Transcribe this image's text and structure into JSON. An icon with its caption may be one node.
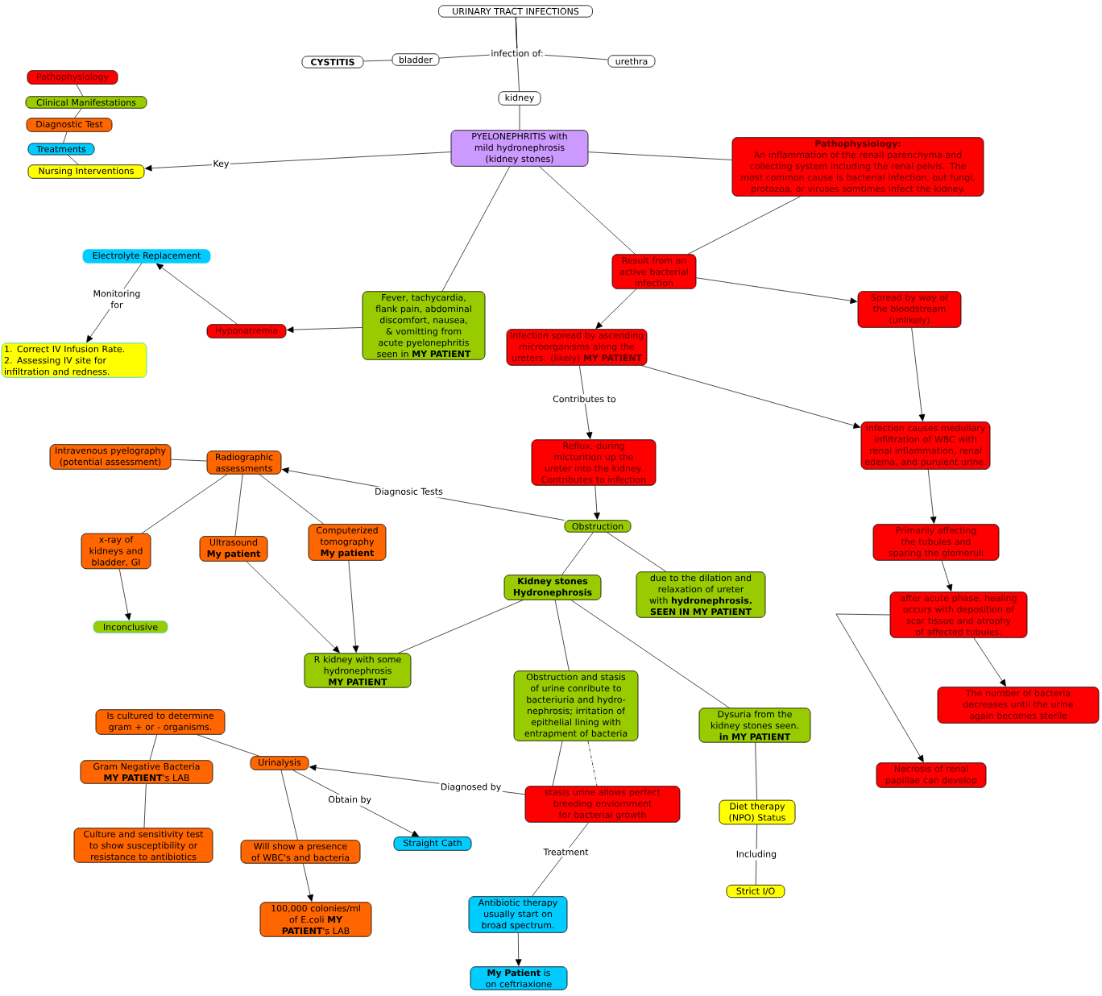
{
  "diagram": {
    "nodes": [
      {
        "text": [
          "URINARY TRACT INFECTIONS"
        ]
      },
      {
        "text": [
          "CYSTITIS"
        ]
      },
      {
        "text": [
          "bladder"
        ]
      },
      {
        "text": [
          "urethra"
        ]
      },
      {
        "text": [
          "kidney"
        ]
      },
      {
        "text": [
          "PYELONEPHRITIS with mild hydronephrosis (kidney stones)"
        ]
      },
      {
        "text": [
          "Pathophysiology"
        ]
      },
      {
        "text": [
          "Clinical Manifestations"
        ]
      },
      {
        "text": [
          "Diagnostic Test"
        ]
      },
      {
        "text": [
          "Treatments"
        ]
      },
      {
        "text": [
          "Nursing Interventions"
        ]
      },
      {
        "text": [
          "Pathophysiology:",
          "An inflammation of the renall parenchyma and collecting system including the renal pelvis. The most common cause is bacterial infection, but fungi, protozoa, or viruses somtimes infect the kidney."
        ]
      },
      {
        "text": [
          "Electrolyte Replacement"
        ]
      },
      {
        "text": [
          "1. Correct IV Infusion Rate.",
          "2. Assessing IV site for infiltration and redness."
        ]
      },
      {
        "text": [
          "Hyponatremia"
        ]
      },
      {
        "text": [
          "Fever, tachycardia, flank pain, abdominal discomfort, nausea, & vomitting from acute pyelonephritis seen in **MY PATIENT**"
        ]
      },
      {
        "text": [
          "Result from an active bacterial infection"
        ]
      },
      {
        "text": [
          "Spread by way of the bloodstream (unlikely)"
        ]
      },
      {
        "text": [
          "Infection spread by ascending microorganisms along the ureters. (likely) **MY PATIENT**"
        ]
      },
      {
        "text": [
          "Reflux, during micturition up the ureter into the kidney. Contributes to infection"
        ]
      },
      {
        "text": [
          "Infection causes medullary infiltration of WBC with renal inflammation, renal edema, and purulent urine."
        ]
      },
      {
        "text": [
          "Intravenous pyelography (potential assessment)"
        ]
      },
      {
        "text": [
          "Radiographic assessments"
        ]
      },
      {
        "text": [
          "x-ray of kidneys and bladder, GI"
        ]
      },
      {
        "text": [
          "Ultrasound **My patient**"
        ]
      },
      {
        "text": [
          "Computerized tomography **My patient**"
        ]
      },
      {
        "text": [
          "Obstruction"
        ]
      },
      {
        "text": [
          "Kidney stones Hydronephrosis"
        ]
      },
      {
        "text": [
          "due to the dilation and relaxation of ureter with **hydronephrosis. SEEN IN MY PATIENT**"
        ]
      },
      {
        "text": [
          "Primarily affecting the tubules and sparing the glomeruli"
        ]
      },
      {
        "text": [
          "after acute phase, healing occurs with deposition of scar tissue and atrophy of affected tubules."
        ]
      },
      {
        "text": [
          "Inconclusive"
        ]
      },
      {
        "text": [
          "R kidney with some hydronephrosis **MY PATIENT**"
        ]
      },
      {
        "text": [
          "The number of bacteria decreases until the urine again becomes sterile"
        ]
      },
      {
        "text": [
          "Obstruction and stasis of urine conribute to bacteriuria and hydro-nephrosis; irritation of epithelial lining with entrapment of bacteria"
        ]
      },
      {
        "text": [
          "Dysuria from the kidney stones seen. **in MY PATIENT**"
        ]
      },
      {
        "text": [
          "Is cultured to determine gram + or - organisms."
        ]
      },
      {
        "text": [
          "Gram Negative Bacteria **MY PATIENT**'s LAB"
        ]
      },
      {
        "text": [
          "Urinalysis"
        ]
      },
      {
        "text": [
          "stasis urine allows perfect breeding enviornment for bacterial growth"
        ]
      },
      {
        "text": [
          "Necrosis of renal papillae can develop"
        ]
      },
      {
        "text": [
          "Culture and sensitivity test to show susceptibility or resistance to antibiotics"
        ]
      },
      {
        "text": [
          "Will show a presence of WBC's and bacteria"
        ]
      },
      {
        "text": [
          "Straight Cath"
        ]
      },
      {
        "text": [
          "Diet therapy (NPO) Status"
        ]
      },
      {
        "text": [
          "100,000 colonies/ml of E.coli **MY PATIENT**'s LAB"
        ]
      },
      {
        "text": [
          "Antibiotic therapy usually start on broad spectrum."
        ]
      },
      {
        "text": [
          "Strict I/O"
        ]
      },
      {
        "text": [
          "**My Patient** is on ceftriaxione"
        ]
      }
    ],
    "edges": [
      {
        "from": 0,
        "to": 2,
        "arrow": "none"
      },
      {
        "from": 0,
        "to": 3,
        "arrow": "none"
      },
      {
        "from": 0,
        "to": 4,
        "arrow": "none",
        "label": "infection of:"
      },
      {
        "from": 2,
        "to": 1,
        "arrow": "none"
      },
      {
        "from": 4,
        "to": 5,
        "arrow": "none"
      },
      {
        "from": 5,
        "to": 10,
        "arrow": "to",
        "label": "Key"
      },
      {
        "from": 5,
        "to": 11,
        "arrow": "none"
      },
      {
        "from": 5,
        "to": 15,
        "arrow": "none"
      },
      {
        "from": 5,
        "to": 16,
        "arrow": "none"
      },
      {
        "from": 11,
        "to": 16,
        "arrow": "none"
      },
      {
        "from": 16,
        "to": 18,
        "arrow": "to"
      },
      {
        "from": 16,
        "to": 17,
        "arrow": "to"
      },
      {
        "from": 18,
        "to": 20,
        "arrow": "to"
      },
      {
        "from": 17,
        "to": 20,
        "arrow": "to"
      },
      {
        "from": 18,
        "to": 19,
        "arrow": "to",
        "label": "Contributes to"
      },
      {
        "from": 15,
        "to": 14,
        "arrow": "to"
      },
      {
        "from": 14,
        "to": 12,
        "arrow": "to"
      },
      {
        "from": 12,
        "to": 13,
        "arrow": "to",
        "label": "Monitoring for"
      },
      {
        "from": 26,
        "to": 22,
        "arrow": "to",
        "label": "Diagnosic Tests"
      },
      {
        "from": 19,
        "to": 26,
        "arrow": "to"
      },
      {
        "from": 26,
        "to": 27,
        "arrow": "none"
      },
      {
        "from": 26,
        "to": 28,
        "arrow": "none"
      },
      {
        "from": 21,
        "to": 22,
        "arrow": "none"
      },
      {
        "from": 22,
        "to": 23,
        "arrow": "none"
      },
      {
        "from": 22,
        "to": 24,
        "arrow": "none"
      },
      {
        "from": 22,
        "to": 25,
        "arrow": "none"
      },
      {
        "from": 23,
        "to": 31,
        "arrow": "to"
      },
      {
        "from": 24,
        "to": 32,
        "arrow": "to"
      },
      {
        "from": 25,
        "to": 32,
        "arrow": "to"
      },
      {
        "from": 27,
        "to": 32,
        "arrow": "none"
      },
      {
        "from": 27,
        "to": 34,
        "arrow": "none"
      },
      {
        "from": 27,
        "to": 35,
        "arrow": "none"
      },
      {
        "from": 20,
        "to": 29,
        "arrow": "to"
      },
      {
        "from": 29,
        "to": 30,
        "arrow": "to"
      },
      {
        "from": 30,
        "to": 33,
        "arrow": "to"
      },
      {
        "from": 30,
        "to": 40,
        "arrow": "to"
      },
      {
        "from": 34,
        "to": 39,
        "arrow": "none"
      },
      {
        "from": 34,
        "to": 39,
        "arrow": "none",
        "style": "dashed"
      },
      {
        "from": 39,
        "to": 38,
        "arrow": "to",
        "label": "Diagnosed by"
      },
      {
        "from": 38,
        "to": 43,
        "arrow": "to",
        "label": "Obtain by"
      },
      {
        "from": 38,
        "to": 42,
        "arrow": "none"
      },
      {
        "from": 42,
        "to": 45,
        "arrow": "to"
      },
      {
        "from": 38,
        "to": 36,
        "arrow": "none"
      },
      {
        "from": 36,
        "to": 37,
        "arrow": "none"
      },
      {
        "from": 37,
        "to": 41,
        "arrow": "none"
      },
      {
        "from": 39,
        "to": 46,
        "arrow": "none",
        "label": "Treatment"
      },
      {
        "from": 46,
        "to": 48,
        "arrow": "to"
      },
      {
        "from": 35,
        "to": 44,
        "arrow": "none"
      },
      {
        "from": 44,
        "to": 47,
        "arrow": "none",
        "label": "Including"
      },
      {
        "from": 6,
        "to": 7,
        "arrow": "none"
      },
      {
        "from": 7,
        "to": 8,
        "arrow": "none"
      },
      {
        "from": 8,
        "to": 9,
        "arrow": "none"
      },
      {
        "from": 9,
        "to": 10,
        "arrow": "none"
      }
    ]
  }
}
